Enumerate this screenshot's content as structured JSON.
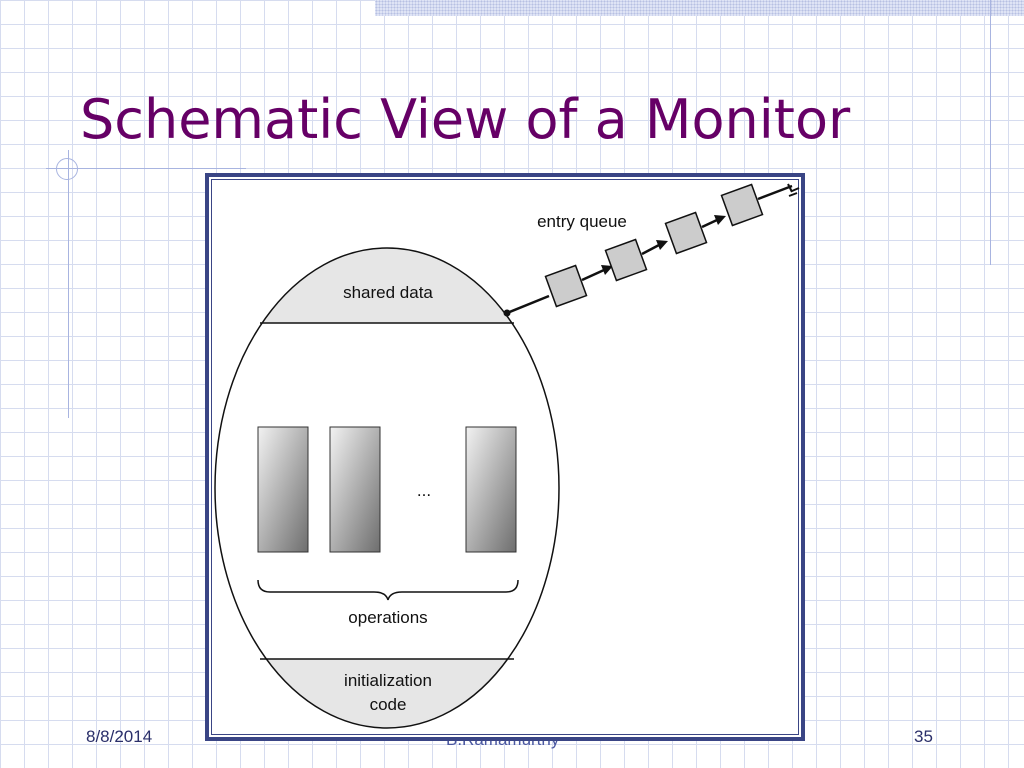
{
  "slide": {
    "title": "Schematic View of a Monitor"
  },
  "diagram": {
    "entry_queue_label": "entry queue",
    "shared_data_label": "shared data",
    "operations_label": "operations",
    "ellipsis": "...",
    "init_label_line1": "initialization",
    "init_label_line2": "code"
  },
  "footer": {
    "date": "8/8/2014",
    "author": "B.Ramamurthy",
    "page_number": "35"
  },
  "colors": {
    "title": "#660066",
    "frame_border": "#3a4585",
    "section_fill": "#e6e6e6",
    "queue_box_fill": "#cccccc"
  }
}
